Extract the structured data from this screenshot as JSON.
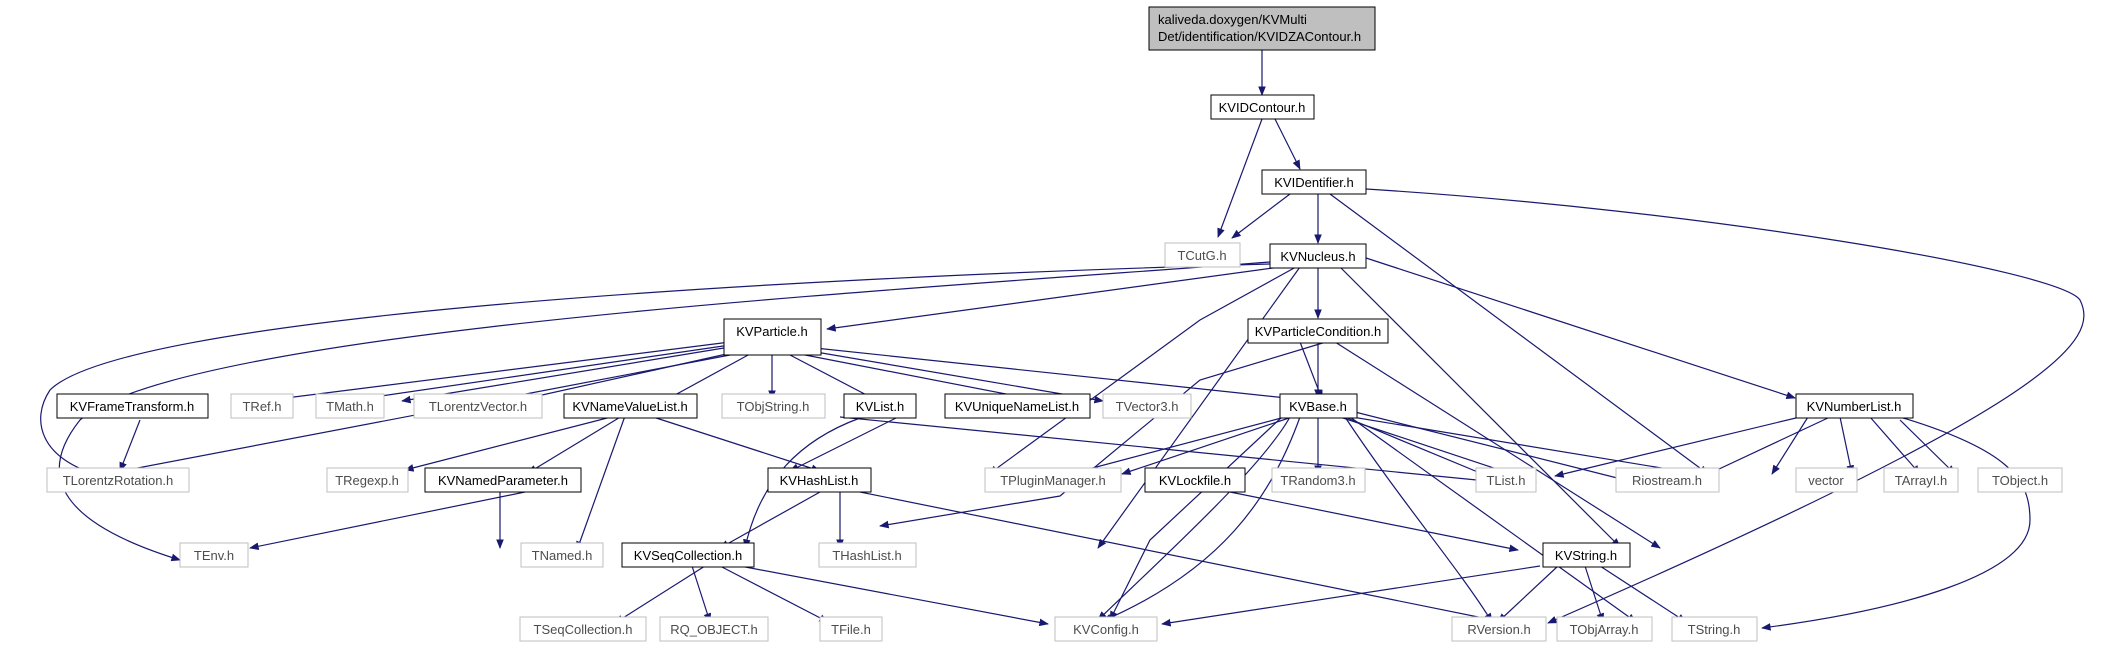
{
  "root": {
    "line1": "kaliveda.doxygen/KVMulti",
    "line2": "Det/identification/KVIDZAContour.h"
  },
  "nodes": {
    "KVIDContour": "KVIDContour.h",
    "KVIDentifier": "KVIDentifier.h",
    "TCutG": "TCutG.h",
    "KVNucleus": "KVNucleus.h",
    "KVParticle": "KVParticle.h",
    "KVParticleCondition": "KVParticleCondition.h",
    "KVFrameTransform": "KVFrameTransform.h",
    "TRef": "TRef.h",
    "TMath": "TMath.h",
    "TLorentzVector": "TLorentzVector.h",
    "KVNameValueList": "KVNameValueList.h",
    "TObjString": "TObjString.h",
    "KVList": "KVList.h",
    "KVUniqueNameList": "KVUniqueNameList.h",
    "TVector3": "TVector3.h",
    "KVBase": "KVBase.h",
    "KVNumberList": "KVNumberList.h",
    "TLorentzRotation": "TLorentzRotation.h",
    "TRegexp": "TRegexp.h",
    "KVNamedParameter": "KVNamedParameter.h",
    "KVHashList": "KVHashList.h",
    "TPluginManager": "TPluginManager.h",
    "TRandom3": "TRandom3.h",
    "TList": "TList.h",
    "Riostream": "Riostream.h",
    "vector": "vector",
    "TArrayI": "TArrayI.h",
    "TObject": "TObject.h",
    "TEnv": "TEnv.h",
    "TNamed": "TNamed.h",
    "THashList": "THashList.h",
    "KVLockfile": "KVLockfile.h",
    "KVSeqCollection": "KVSeqCollection.h",
    "KVString": "KVString.h",
    "TSeqCollection": "TSeqCollection.h",
    "RQ_OBJECT": "RQ_OBJECT.h",
    "TFile": "TFile.h",
    "KVConfig": "KVConfig.h",
    "RVersion": "RVersion.h",
    "TObjArray": "TObjArray.h",
    "TString": "TString.h"
  },
  "colors": {
    "edge": "#191970",
    "internal_border": "#000000",
    "external_border": "#bfbfbf",
    "root_fill": "#bfbfbf",
    "external_text": "#4d4d4d"
  }
}
